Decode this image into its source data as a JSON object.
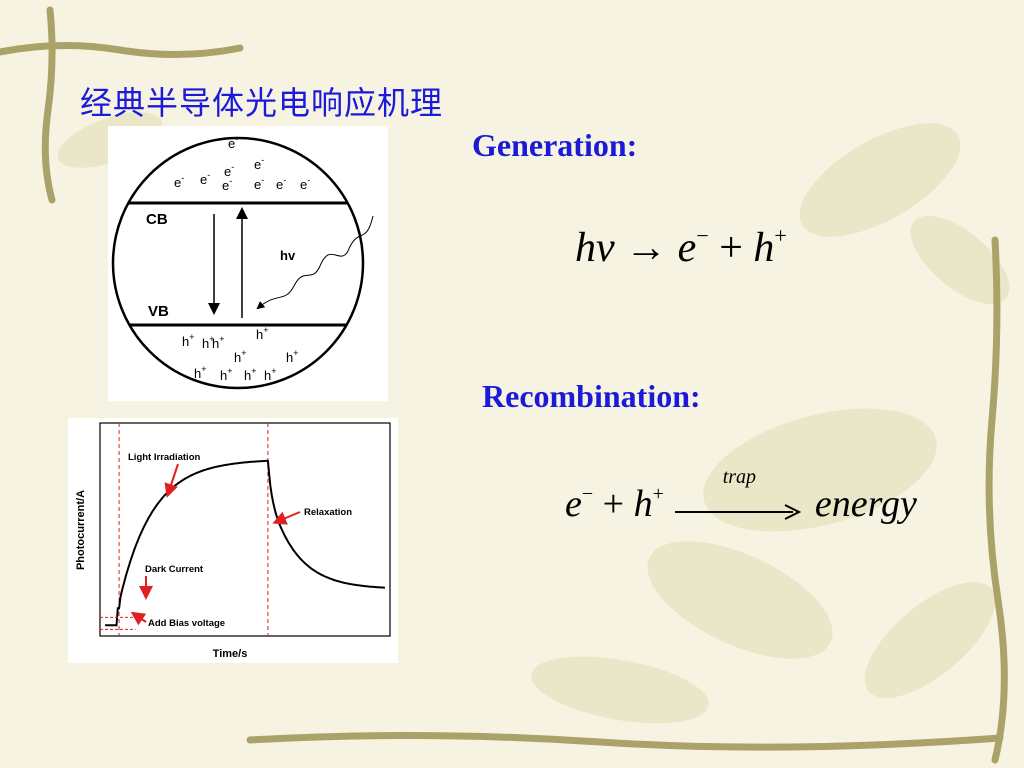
{
  "slide": {
    "title": "经典半导体光电响应机理",
    "generation_heading": "Generation:",
    "recombination_heading": "Recombination:"
  },
  "equations": {
    "generation": {
      "lhs": "hv",
      "arrow": "→",
      "e": "e",
      "e_charge": "−",
      "plus": "+",
      "h": "h",
      "h_charge": "+"
    },
    "recombination": {
      "e": "e",
      "e_charge": "−",
      "plus": "+",
      "h": "h",
      "h_charge": "+",
      "arrow_label": "trap",
      "product": "energy"
    }
  },
  "band_diagram": {
    "cb_label": "CB",
    "vb_label": "VB",
    "photon_label": "hv",
    "electron_label": "e",
    "electron_charge": "-",
    "hole_label": "h",
    "hole_charge": "+",
    "electron_count": 9,
    "hole_count": 10
  },
  "chart_data": {
    "type": "line",
    "xlabel": "Time/s",
    "ylabel": "Photocurrent/A",
    "annotations": [
      "Light Irradiation",
      "Relaxation",
      "Dark Current",
      "Add Bias voltage"
    ],
    "x": [
      0,
      5,
      6,
      10,
      20,
      30,
      40,
      50,
      60,
      64,
      66,
      70,
      80,
      90,
      100,
      110
    ],
    "values": [
      0.05,
      0.05,
      0.15,
      0.32,
      0.55,
      0.7,
      0.78,
      0.82,
      0.83,
      0.83,
      0.6,
      0.46,
      0.34,
      0.28,
      0.24,
      0.22
    ],
    "xlim": [
      -2,
      112
    ],
    "ylim": [
      0,
      1
    ],
    "vlines": [
      5.5,
      64
    ],
    "line_color": "#000000",
    "marker_color": "#e02020"
  }
}
